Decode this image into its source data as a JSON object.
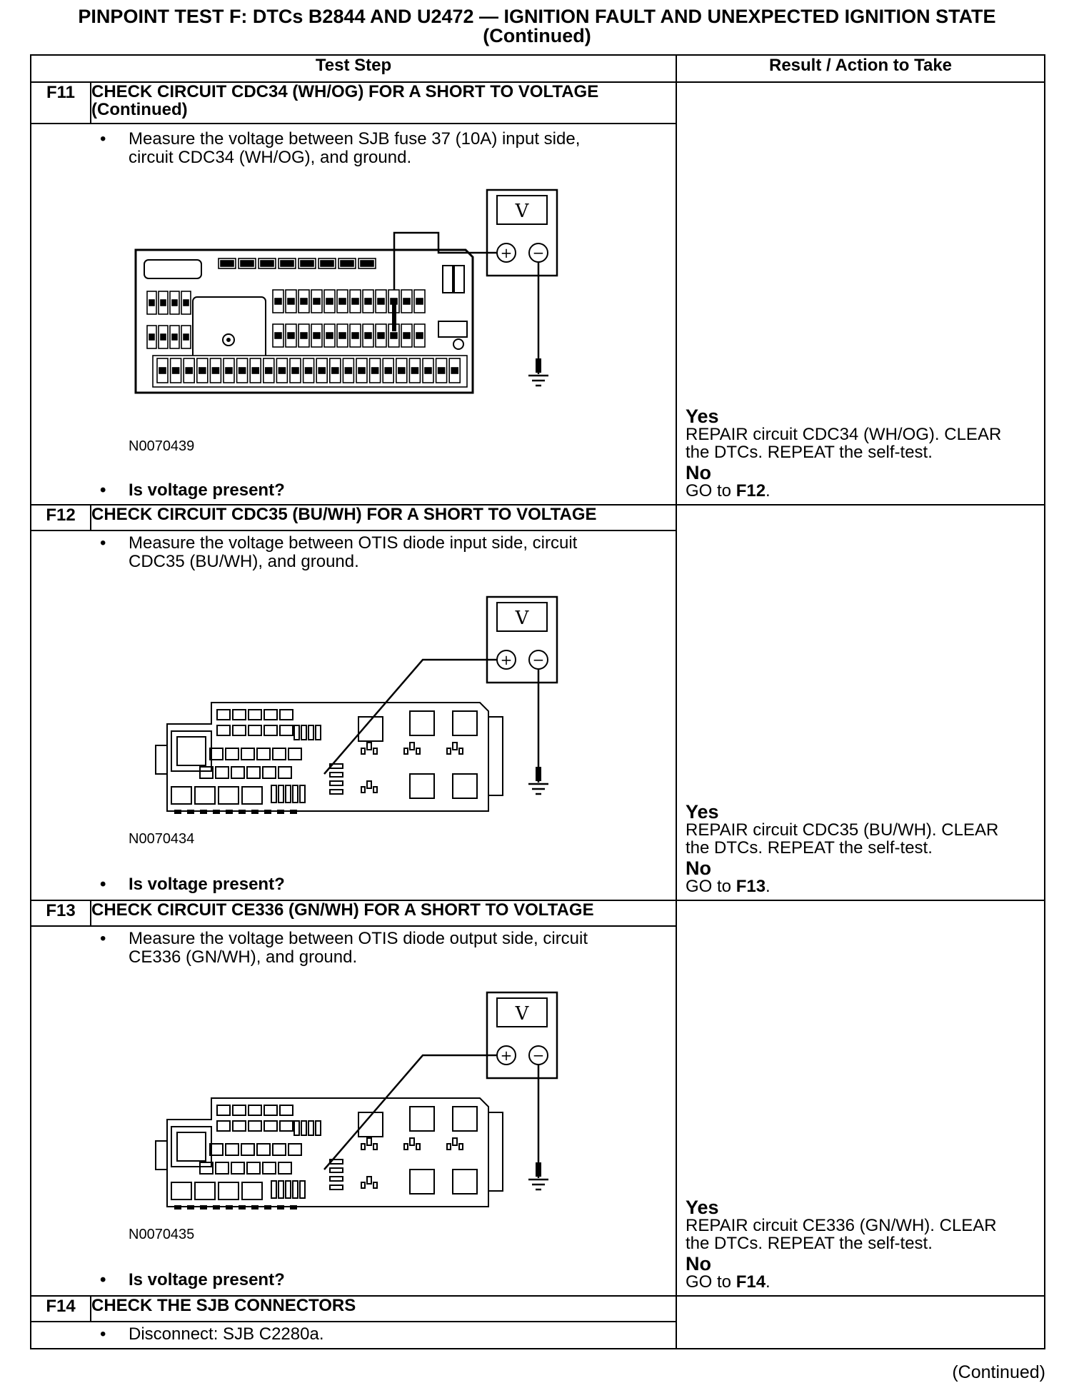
{
  "page": {
    "title_line1": "PINPOINT TEST F: DTCs B2844 AND U2472 — IGNITION FAULT AND UNEXPECTED IGNITION STATE",
    "title_line2": "(Continued)",
    "footer": "(Continued)"
  },
  "table": {
    "col_test_step": "Test Step",
    "col_result": "Result / Action to Take",
    "steps": [
      {
        "id": "F11",
        "title_line1": "CHECK CIRCUIT CDC34 (WH/OG) FOR A SHORT TO VOLTAGE",
        "title_line2": "(Continued)",
        "instruction_line1": "Measure the voltage between SJB fuse 37 (10A) input side,",
        "instruction_line2": "circuit CDC34 (WH/OG), and ground.",
        "figure": "N0070439",
        "question": "Is voltage present?",
        "yes_label": "Yes",
        "yes_line1": "REPAIR circuit CDC34 (WH/OG). CLEAR",
        "yes_line2": "the DTCs. REPEAT the self-test.",
        "no_label": "No",
        "no_prefix": "GO to ",
        "no_target": "F12",
        "no_suffix": "."
      },
      {
        "id": "F12",
        "title_line1": "CHECK CIRCUIT CDC35 (BU/WH) FOR A SHORT TO VOLTAGE",
        "instruction_line1": "Measure the voltage between OTIS diode input side, circuit",
        "instruction_line2": "CDC35 (BU/WH), and ground.",
        "figure": "N0070434",
        "question": "Is voltage present?",
        "yes_label": "Yes",
        "yes_line1": "REPAIR circuit CDC35 (BU/WH). CLEAR",
        "yes_line2": "the DTCs. REPEAT the self-test.",
        "no_label": "No",
        "no_prefix": "GO to ",
        "no_target": "F13",
        "no_suffix": "."
      },
      {
        "id": "F13",
        "title_line1": "CHECK CIRCUIT CE336 (GN/WH) FOR A SHORT TO VOLTAGE",
        "instruction_line1": "Measure the voltage between OTIS diode output side, circuit",
        "instruction_line2": "CE336 (GN/WH), and ground.",
        "figure": "N0070435",
        "question": "Is voltage present?",
        "yes_label": "Yes",
        "yes_line1": "REPAIR circuit CE336 (GN/WH). CLEAR",
        "yes_line2": "the DTCs. REPEAT the self-test.",
        "no_label": "No",
        "no_prefix": "GO to ",
        "no_target": "F14",
        "no_suffix": "."
      },
      {
        "id": "F14",
        "title_line1": "CHECK THE SJB CONNECTORS",
        "instruction_line1": "Disconnect: SJB C2280a."
      }
    ]
  },
  "meter": {
    "display": "V",
    "plus": "+",
    "minus": "−"
  },
  "bullet_glyph": "•"
}
